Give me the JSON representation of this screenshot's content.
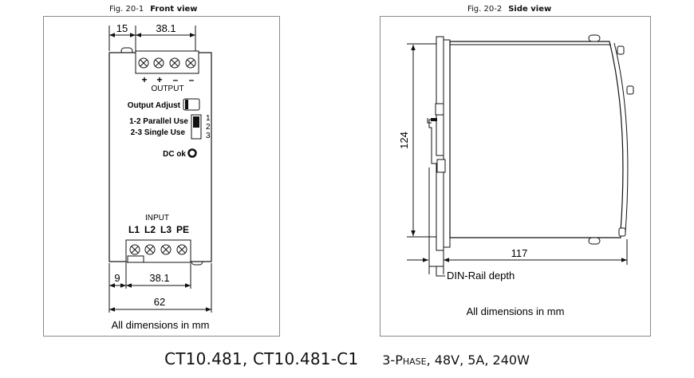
{
  "fig1": {
    "number": "Fig. 20-1",
    "title": "Front view",
    "dims": {
      "left_offset": "15",
      "top_pitch": "38.1",
      "bottom_offset": "9",
      "bottom_pitch": "38.1",
      "width": "62"
    },
    "output_label": "OUTPUT",
    "output_polarity": [
      "+",
      "+",
      "–",
      "–"
    ],
    "output_adjust": "Output Adjust",
    "parallel_use": "1-2 Parallel Use",
    "single_use": "2-3 Single Use",
    "switch_positions": [
      "1",
      "2",
      "3"
    ],
    "dc_ok": "DC ok",
    "input_label": "INPUT",
    "input_terminals": [
      "L1",
      "L2",
      "L3",
      "PE"
    ],
    "note": "All dimensions in mm"
  },
  "fig2": {
    "number": "Fig. 20-2",
    "title": "Side view",
    "dims": {
      "height": "124",
      "depth": "117"
    },
    "din_label": "DIN-Rail depth",
    "note": "All dimensions in mm"
  },
  "footer": {
    "model": "CT10.481, CT10.481-C1",
    "phase": "3-Phase",
    "spec_rest": ", 48V, 5A, 240W"
  }
}
